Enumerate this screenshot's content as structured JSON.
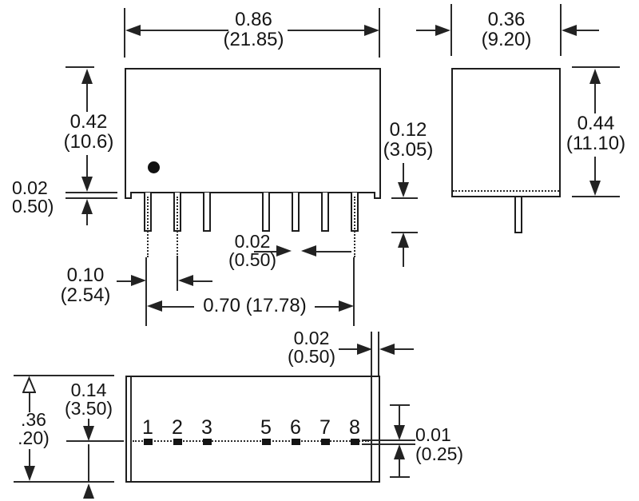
{
  "colors": {
    "line": "#222222",
    "background": "#ffffff"
  },
  "dimensions": {
    "front_width": {
      "inch": "0.86",
      "mm": "(21.85)"
    },
    "side_width": {
      "inch": "0.36",
      "mm": "(9.20)"
    },
    "front_height": {
      "inch": "0.42",
      "mm": "(10.6)"
    },
    "standoff_height": {
      "inch": "0.02",
      "mm": "0.50)"
    },
    "side_height": {
      "inch": "0.44",
      "mm": "(11.10)"
    },
    "pin_length": {
      "inch": "0.12",
      "mm": "(3.05)"
    },
    "pin_width": {
      "inch": "0.02",
      "mm": "(0.50)"
    },
    "pin_pitch": {
      "inch": "0.10",
      "mm": "(2.54)"
    },
    "pin_row_span": {
      "label": "0.70 (17.78)"
    },
    "case_wall": {
      "inch": "0.02",
      "mm": "(0.50)"
    },
    "bottom_width": {
      "inch": ".36",
      "mm": ".20)"
    },
    "pin_row_offset": {
      "inch": "0.14",
      "mm": "(3.50)"
    },
    "pad_thickness": {
      "inch": "0.01",
      "mm": "(0.25)"
    }
  },
  "bottom_view": {
    "pin_labels": [
      "1",
      "2",
      "3",
      "5",
      "6",
      "7",
      "8"
    ]
  }
}
